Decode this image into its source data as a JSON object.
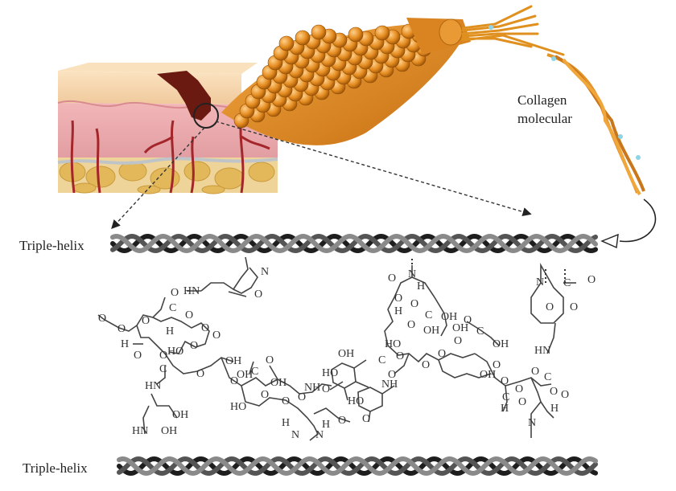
{
  "labels": {
    "collagen_line1": "Collagen",
    "collagen_line2": "molecular",
    "triple_helix_top": "Triple-helix",
    "triple_helix_bottom": "Triple-helix"
  },
  "atoms": {
    "N": "N",
    "O": "O",
    "H": "H",
    "C": "C",
    "HN": "HN",
    "NH": "NH",
    "OH": "OH",
    "HO": "HO"
  },
  "colors": {
    "helix": "#2a2a2a",
    "fiber": "#e08a1e",
    "fiber_dark": "#b8650e",
    "skin_top": "#f6d3a6",
    "dermis": "#e7a5a8",
    "fat": "#e8c66a",
    "wound": "#6b1a12"
  }
}
